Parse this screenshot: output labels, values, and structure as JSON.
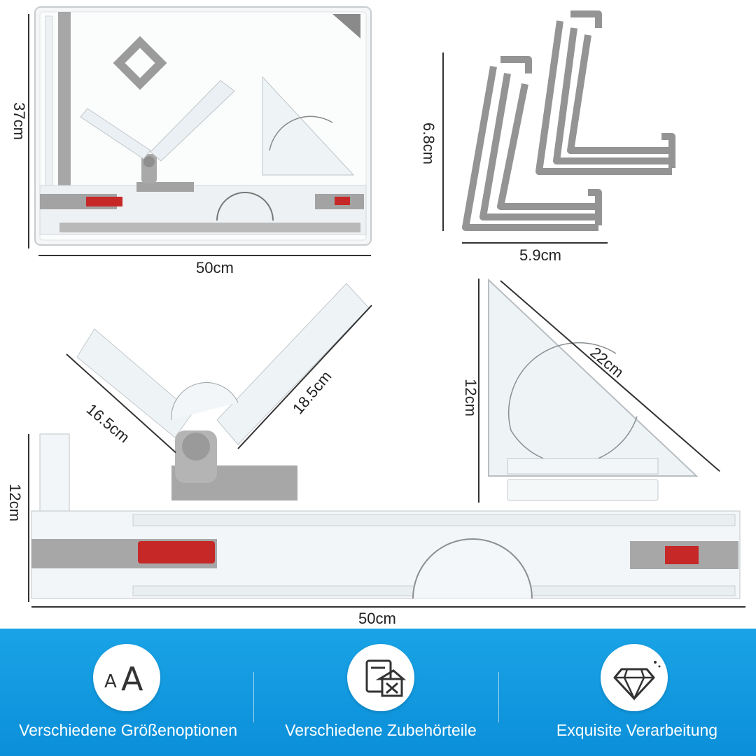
{
  "dimensions": {
    "board_height": "37cm",
    "board_width": "50cm",
    "clip_height": "6.8cm",
    "clip_width": "5.9cm",
    "arm_left": "16.5cm",
    "arm_right": "18.5cm",
    "triangle_hyp": "22cm",
    "triangle_height": "12cm",
    "ruler_height": "12cm",
    "ruler_width": "50cm"
  },
  "features": [
    {
      "icon": "font-size-icon",
      "label": "Verschiedene Größenoptionen"
    },
    {
      "icon": "accessories-house-icon",
      "label": "Verschiedene Zubehörteile"
    },
    {
      "icon": "diamond-icon",
      "label": "Exquisite Verarbeitung"
    }
  ],
  "icon_text": {
    "small": "A",
    "large": "A"
  },
  "colors": {
    "banner": "#1aa3e6",
    "gray": "#9a9a9a",
    "red": "#c62828"
  }
}
